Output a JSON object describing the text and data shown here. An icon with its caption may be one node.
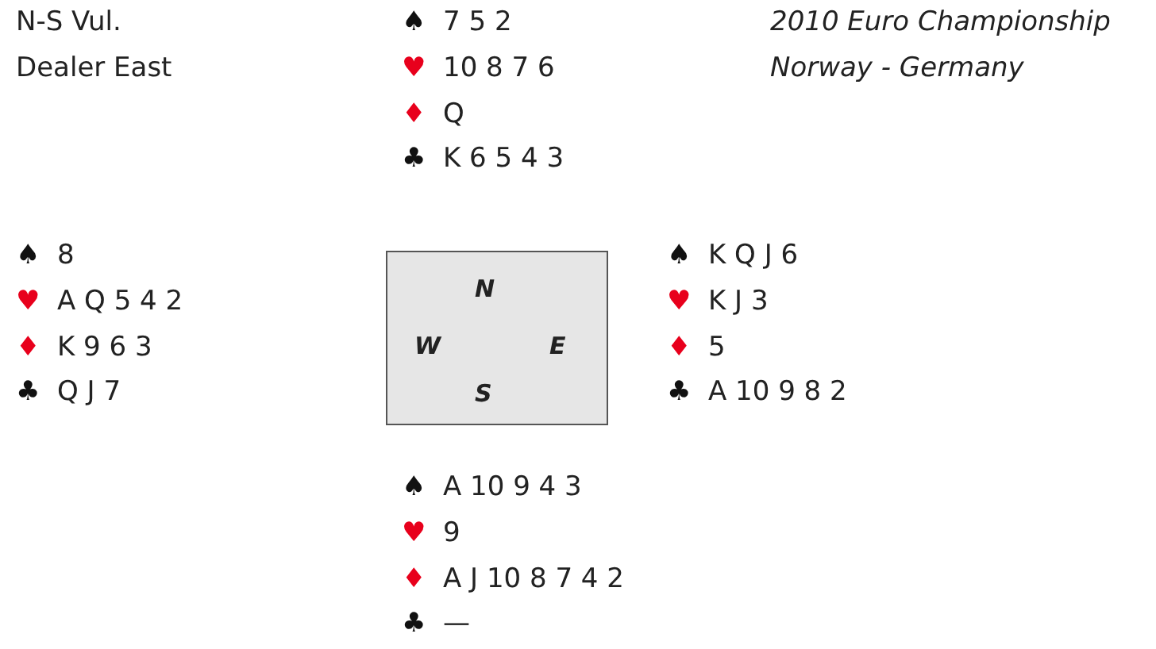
{
  "diagram": {
    "nodes": [
      {
        "text": [
          "N",
          "W",
          "E",
          "S"
        ]
      }
    ],
    "labels": [
      "N-S Vul.",
      "Dealer East",
      "♠ 7 5 2",
      "♥ 10 8 7 6",
      "♦ Q",
      "♣ K 6 5 4 3",
      "2010 Euro Championship",
      "Norway - Germany",
      "♠ 8",
      "♥ A Q 5 4 2",
      "♦ K 9 6 3",
      "♣ Q J 7",
      "♠ K Q J 6",
      "♥ K J 3",
      "♦ 5",
      "♣ A 10 9 8 2",
      "♠ A 10 9 4 3",
      "♥ 9",
      "♦ A J 10 8 7 4 2",
      "♣ —"
    ]
  }
}
